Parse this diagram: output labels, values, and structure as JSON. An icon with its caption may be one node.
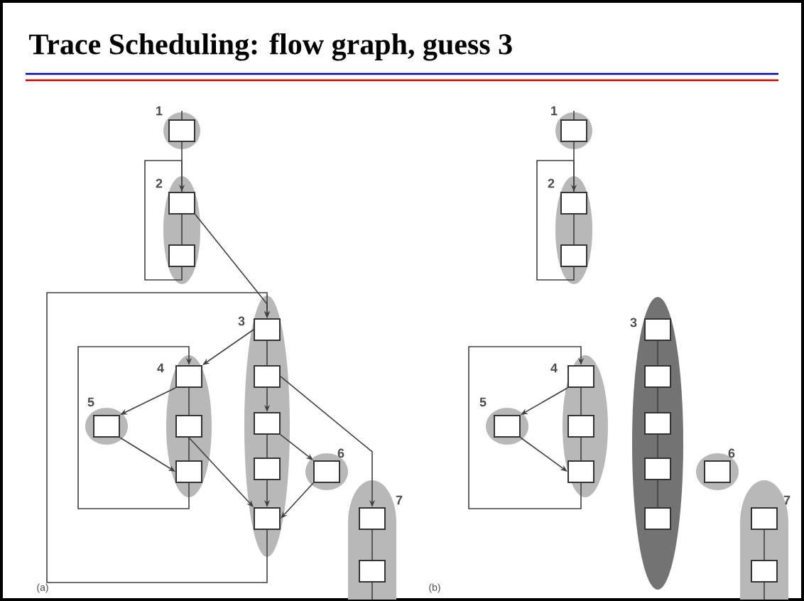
{
  "diagram": {
    "title": "Trace Scheduling: flow graph, guess 3",
    "nodes": [
      {
        "text": [],
        "shape": "circle",
        "beside": [
          "1"
        ]
      },
      {
        "text": [],
        "shape": "box",
        "in": 0
      },
      {
        "text": [],
        "shape": "ellipse",
        "beside": [
          "2"
        ]
      },
      {
        "text": [],
        "shape": "box",
        "in": 2
      },
      {
        "text": [],
        "shape": "box",
        "in": 2
      },
      {
        "text": [],
        "shape": "ellipse",
        "beside": [
          "3"
        ]
      },
      {
        "text": [],
        "shape": "box",
        "in": 5
      },
      {
        "text": [],
        "shape": "box",
        "in": 5
      },
      {
        "text": [],
        "shape": "box",
        "in": 5
      },
      {
        "text": [],
        "shape": "box",
        "in": 5
      },
      {
        "text": [],
        "shape": "box",
        "in": 5
      },
      {
        "text": [],
        "shape": "ellipse",
        "beside": [
          "4"
        ]
      },
      {
        "text": [],
        "shape": "box",
        "in": 11
      },
      {
        "text": [],
        "shape": "box",
        "in": 11
      },
      {
        "text": [],
        "shape": "box",
        "in": 11
      },
      {
        "text": [],
        "shape": "circle",
        "beside": [
          "5"
        ]
      },
      {
        "text": [],
        "shape": "box",
        "in": 15
      },
      {
        "text": [],
        "shape": "circle",
        "beside": [
          "6"
        ]
      },
      {
        "text": [],
        "shape": "box",
        "in": 17
      },
      {
        "text": [],
        "shape": "ellipse",
        "beside": [
          "7"
        ]
      },
      {
        "text": [],
        "shape": "box",
        "in": 19
      },
      {
        "text": [],
        "shape": "box",
        "in": 19
      },
      {
        "text": [],
        "shape": "circle",
        "beside": [
          "1"
        ]
      },
      {
        "text": [],
        "shape": "box",
        "in": 22
      },
      {
        "text": [],
        "shape": "ellipse",
        "beside": [
          "2"
        ]
      },
      {
        "text": [],
        "shape": "box",
        "in": 24
      },
      {
        "text": [],
        "shape": "box",
        "in": 24
      },
      {
        "text": [],
        "shape": "ellipse",
        "beside": [
          "3"
        ]
      },
      {
        "text": [],
        "shape": "box",
        "in": 27
      },
      {
        "text": [],
        "shape": "box",
        "in": 27
      },
      {
        "text": [],
        "shape": "box",
        "in": 27
      },
      {
        "text": [],
        "shape": "box",
        "in": 27
      },
      {
        "text": [],
        "shape": "box",
        "in": 27
      },
      {
        "text": [],
        "shape": "ellipse",
        "beside": [
          "4"
        ]
      },
      {
        "text": [],
        "shape": "box",
        "in": 33
      },
      {
        "text": [],
        "shape": "box",
        "in": 33
      },
      {
        "text": [],
        "shape": "box",
        "in": 33
      },
      {
        "text": [],
        "shape": "circle",
        "beside": [
          "5"
        ]
      },
      {
        "text": [],
        "shape": "box",
        "in": 37
      },
      {
        "text": [],
        "shape": "circle",
        "beside": [
          "6"
        ]
      },
      {
        "text": [],
        "shape": "box",
        "in": 39
      },
      {
        "text": [],
        "shape": "ellipse",
        "beside": [
          "7"
        ]
      },
      {
        "text": [],
        "shape": "box",
        "in": 41
      },
      {
        "text": [],
        "shape": "box",
        "in": 41
      }
    ],
    "edges": [
      {
        "from": null,
        "to": 1,
        "arrow": "none"
      },
      {
        "from": 1,
        "to": 3,
        "arrow": "none"
      },
      {
        "from": 3,
        "to": 4,
        "arrow": "none"
      },
      {
        "from": 4,
        "to": 3,
        "arrow": "to"
      },
      {
        "from": 3,
        "to": 6,
        "arrow": "to"
      },
      {
        "from": 6,
        "to": 7,
        "arrow": "none"
      },
      {
        "from": 7,
        "to": 8,
        "arrow": "to"
      },
      {
        "from": 8,
        "to": 9,
        "arrow": "none"
      },
      {
        "from": 9,
        "to": 10,
        "arrow": "to"
      },
      {
        "from": 10,
        "to": 6,
        "arrow": "to"
      },
      {
        "from": 6,
        "to": 12,
        "arrow": "to"
      },
      {
        "from": 7,
        "to": 20,
        "arrow": "to"
      },
      {
        "from": 8,
        "to": 18,
        "arrow": "to"
      },
      {
        "from": 18,
        "to": 10,
        "arrow": "to"
      },
      {
        "from": 13,
        "to": 10,
        "arrow": "to"
      },
      {
        "from": 12,
        "to": 13,
        "arrow": "none"
      },
      {
        "from": 13,
        "to": 14,
        "arrow": "none"
      },
      {
        "from": 12,
        "to": 16,
        "arrow": "to"
      },
      {
        "from": 16,
        "to": 14,
        "arrow": "to"
      },
      {
        "from": 14,
        "to": 12,
        "arrow": "to"
      },
      {
        "from": 20,
        "to": 21,
        "arrow": "none"
      },
      {
        "from": 21,
        "to": null,
        "arrow": "none"
      },
      {
        "from": null,
        "to": 23,
        "arrow": "none"
      },
      {
        "from": 23,
        "to": 25,
        "arrow": "none"
      },
      {
        "from": 25,
        "to": 26,
        "arrow": "none"
      },
      {
        "from": 26,
        "to": 25,
        "arrow": "to"
      },
      {
        "from": 28,
        "to": 29,
        "arrow": "none"
      },
      {
        "from": 29,
        "to": 30,
        "arrow": "none"
      },
      {
        "from": 30,
        "to": 31,
        "arrow": "none"
      },
      {
        "from": 31,
        "to": 32,
        "arrow": "none"
      },
      {
        "from": 34,
        "to": 35,
        "arrow": "none"
      },
      {
        "from": 35,
        "to": 36,
        "arrow": "none"
      },
      {
        "from": 34,
        "to": 38,
        "arrow": "to"
      },
      {
        "from": 38,
        "to": 36,
        "arrow": "to"
      },
      {
        "from": 36,
        "to": 34,
        "arrow": "to"
      },
      {
        "from": 42,
        "to": 43,
        "arrow": "none"
      },
      {
        "from": 43,
        "to": null,
        "arrow": "none"
      }
    ],
    "labels": [
      "(a)",
      "(b)"
    ]
  }
}
